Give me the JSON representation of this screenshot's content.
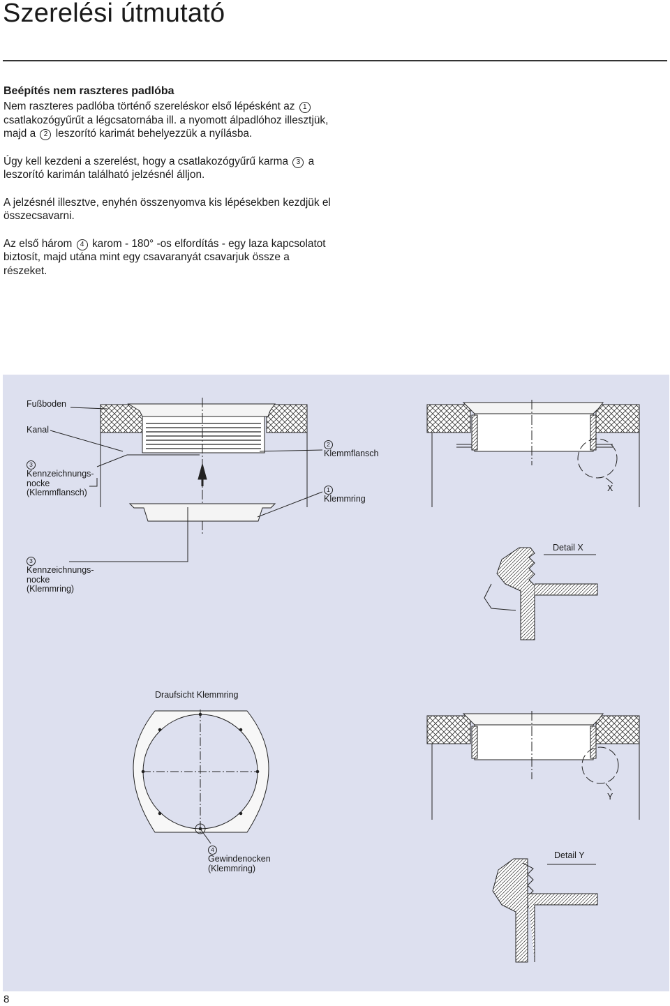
{
  "page": {
    "title": "Szerelési útmutató",
    "page_number": "8"
  },
  "text": {
    "heading": "Beépítés nem raszteres padlóba",
    "p1a": "Nem raszteres padlóba történő szereléskor első lépésként az",
    "p1_n1": "1",
    "p1b": "csatlakozógyűrűt a légcsatornába ill. a nyomott álpadlóhoz illesztjük, majd a",
    "p1_n2": "2",
    "p1c": "leszorító karimát behelyezzük a nyílásba.",
    "p2a": "Úgy kell kezdeni a szerelést, hogy a csatlakozógyűrű karma",
    "p2_n3": "3",
    "p2b": "a leszorító karimán található jelzésnél álljon.",
    "p3": "A jelzésnél illesztve, enyhén összenyomva kis lépésekben kezdjük el összecsavarni.",
    "p4a": "Az első három",
    "p4_n4": "4",
    "p4b": "karom - 180° -os elfordítás - egy laza kapcsolatot biztosít, majd utána mint egy csavaranyát csavarjuk össze a részeket."
  },
  "figure": {
    "fussboden": "Fußboden",
    "kanal": "Kanal",
    "n3a": "3",
    "kenn1_l1": "Kennzeichnungs-",
    "kenn1_l2": "nocke",
    "kenn1_l3": "(Klemmflansch)",
    "n2": "2",
    "klemmflansch": "Klemmflansch",
    "n1": "1",
    "klemmring": "Klemmring",
    "x": "X",
    "detail_x": "Detail X",
    "n3b": "3",
    "kenn2_l1": "Kennzeichnungs-",
    "kenn2_l2": "nocke",
    "kenn2_l3": "(Klemmring)",
    "draufsicht": "Draufsicht Klemmring",
    "y": "Y",
    "detail_y": "Detail Y",
    "n4": "4",
    "gewinde_l1": "Gewindenocken",
    "gewinde_l2": "(Klemmring)"
  }
}
